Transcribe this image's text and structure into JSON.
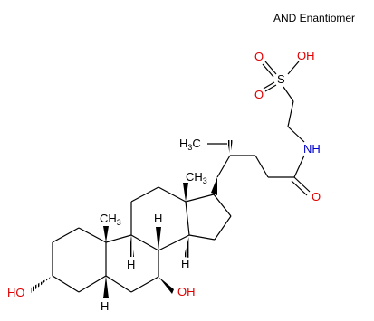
{
  "header": {
    "stereo_note": "AND Enantiomer"
  },
  "atoms": {
    "sulfur": "S",
    "oxygen": "O",
    "hydroxyl_top": "OH",
    "nitrogen": "NH",
    "carbonyl_oxygen": "O",
    "h3c": "H3C",
    "h3c_label_h": "H",
    "h3c_label_3": "3",
    "h3c_label_c": "C",
    "ch3_label": "CH3",
    "ch3_label_c": "C",
    "ch3_label_h": "H",
    "ch3_label_3": "3",
    "methyl_label": "CH3",
    "h_label": "H",
    "ho_left": "HO",
    "oh_right": "OH"
  },
  "colors": {
    "oxygen": "#e00000",
    "nitrogen": "#0000d0",
    "sulfur": "#b08000",
    "bond": "#000000"
  }
}
